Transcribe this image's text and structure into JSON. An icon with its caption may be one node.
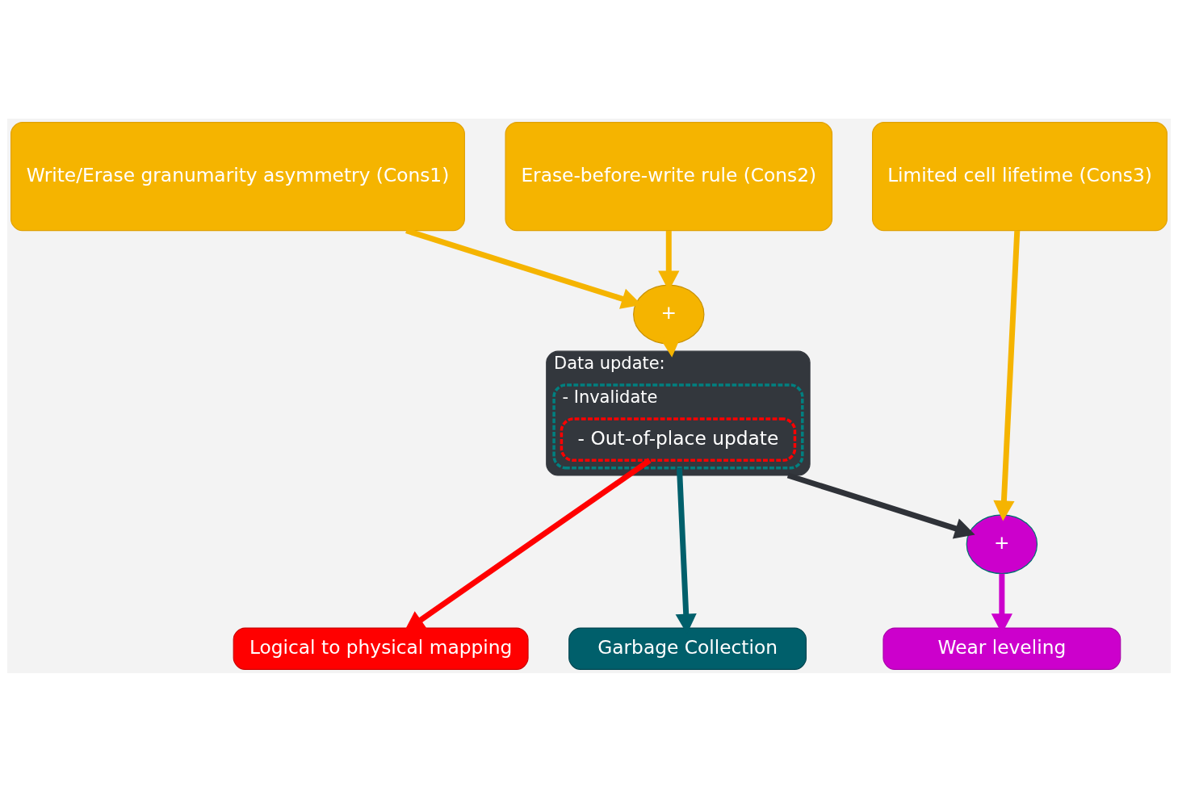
{
  "diagram": {
    "nodes": [
      {
        "text": [
          "Write/Erase granumarity asymmetry (Cons1)"
        ]
      },
      {
        "text": [
          "Erase-before-write rule (Cons2)"
        ]
      },
      {
        "text": [
          "Limited cell lifetime (Cons3)"
        ]
      },
      {
        "text": [
          "+"
        ]
      },
      {
        "text": [
          "Data update:"
        ]
      },
      {
        "text": [
          "- Invalidate"
        ],
        "in": 4
      },
      {
        "text": [
          "- Out-of-place update"
        ],
        "in": 5
      },
      {
        "text": [
          "+"
        ]
      },
      {
        "text": [
          "Logical to physical mapping"
        ]
      },
      {
        "text": [
          "Garbage Collection"
        ]
      },
      {
        "text": [
          "Wear leveling"
        ]
      }
    ],
    "edges": [
      {
        "from": 0,
        "to": 3,
        "arrow": "to"
      },
      {
        "from": 1,
        "to": 3,
        "arrow": "to"
      },
      {
        "from": 3,
        "to": 4,
        "arrow": "to"
      },
      {
        "from": 2,
        "to": 7,
        "arrow": "to"
      },
      {
        "from": 4,
        "to": 7,
        "arrow": "to",
        "color": "#2f3238"
      },
      {
        "from": 7,
        "to": 10,
        "arrow": "to",
        "color": "#cc00cc"
      },
      {
        "from": 6,
        "to": 8,
        "arrow": "to",
        "color": "#ff0000"
      },
      {
        "from": 5,
        "to": 9,
        "arrow": "to",
        "color": "#005f6b"
      }
    ]
  }
}
